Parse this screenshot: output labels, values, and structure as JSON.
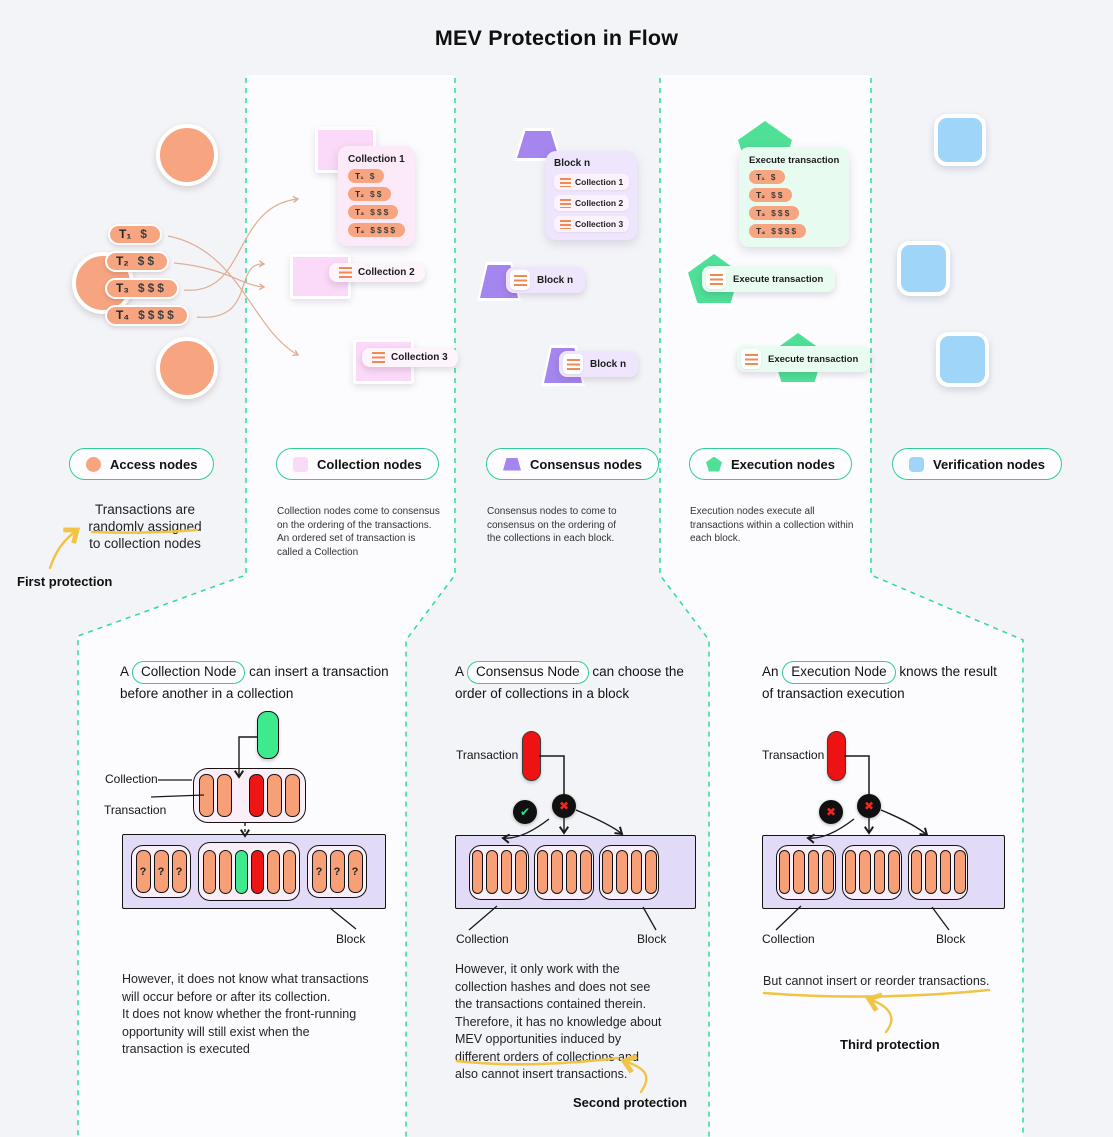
{
  "title": "MEV Protection in Flow",
  "colors": {
    "background": "#f3f4f8",
    "divider_teal": "#2fd9a0",
    "legend_border_green": "#2fce93",
    "access_orange": "#f7a581",
    "collection_pink": "#fbd9f8",
    "consensus_purple": "#a585ee",
    "execution_green": "#4ee096",
    "verification_blue": "#9ed5f8",
    "block_lavender": "#e2dbf7",
    "pill_red": "#ee1515",
    "pill_green": "#3fe98e",
    "annotation_yellow": "#f2c445"
  },
  "transactions": [
    {
      "id": "T₁",
      "amount": "$"
    },
    {
      "id": "T₂",
      "amount": "$$"
    },
    {
      "id": "T₃",
      "amount": "$$$"
    },
    {
      "id": "T₄",
      "amount": "$$$$"
    }
  ],
  "flow": {
    "collection1_title": "Collection 1",
    "collection2_label": "Collection 2",
    "collection3_label": "Collection 3",
    "block_title": "Block n",
    "block_rows": [
      "Collection 1",
      "Collection 2",
      "Collection 3"
    ],
    "block_badge_1": "Block n",
    "block_badge_2": "Block n",
    "execute_title": "Execute transaction",
    "execute_badge_1": "Execute transaction",
    "execute_badge_2": "Execute transaction"
  },
  "legend": [
    {
      "label": "Access nodes",
      "icon": "circle-icon"
    },
    {
      "label": "Collection nodes",
      "icon": "square-icon"
    },
    {
      "label": "Consensus nodes",
      "icon": "trapezoid-icon"
    },
    {
      "label": "Execution nodes",
      "icon": "pentagon-icon"
    },
    {
      "label": "Verification nodes",
      "icon": "rounded-square-icon"
    }
  ],
  "descriptions": {
    "access_lines": [
      "Transactions are",
      "randomly assigned",
      "to collection nodes"
    ],
    "collection": "Collection nodes come to consensus on the ordering of the transactions. An ordered set of transaction is called a Collection",
    "consensus": "Consensus nodes to come to consensus on the ordering of the collections in each block.",
    "execution": "Execution nodes execute all transactions within a collection within each block."
  },
  "protections": {
    "first": "First protection",
    "second": "Second protection",
    "third": "Third protection"
  },
  "glyphs": {
    "check": "✔",
    "cross": "✖"
  },
  "sections": [
    {
      "prefix": "A",
      "node": "Collection Node",
      "rest": "can insert a transaction before another in a collection",
      "label_collection": "Collection",
      "label_transaction": "Transaction",
      "label_block": "Block",
      "qmarks": [
        "?",
        "?",
        "?",
        "?",
        "?",
        "?"
      ],
      "body_lines": [
        "However, it does not know what transactions",
        "will occur before or after its collection.",
        "It does not know whether the front-running",
        "opportunity will still exist when the",
        "transaction is executed"
      ]
    },
    {
      "prefix": "A",
      "node": "Consensus Node",
      "rest": "can choose the order of collections in a block",
      "label_transaction": "Transaction",
      "label_collection": "Collection",
      "label_block": "Block",
      "body_lines": [
        "However, it only work with the",
        "collection hashes and does not see",
        "the transactions contained therein.",
        "Therefore, it has no knowledge about",
        "MEV opportunities induced by",
        "different orders of collections and",
        "also cannot insert transactions."
      ]
    },
    {
      "prefix": "An",
      "node": "Execution Node",
      "rest": "knows the result of transaction execution",
      "label_transaction": "Transaction",
      "label_collection": "Collection",
      "label_block": "Block",
      "body": "But cannot insert or reorder transactions."
    }
  ]
}
